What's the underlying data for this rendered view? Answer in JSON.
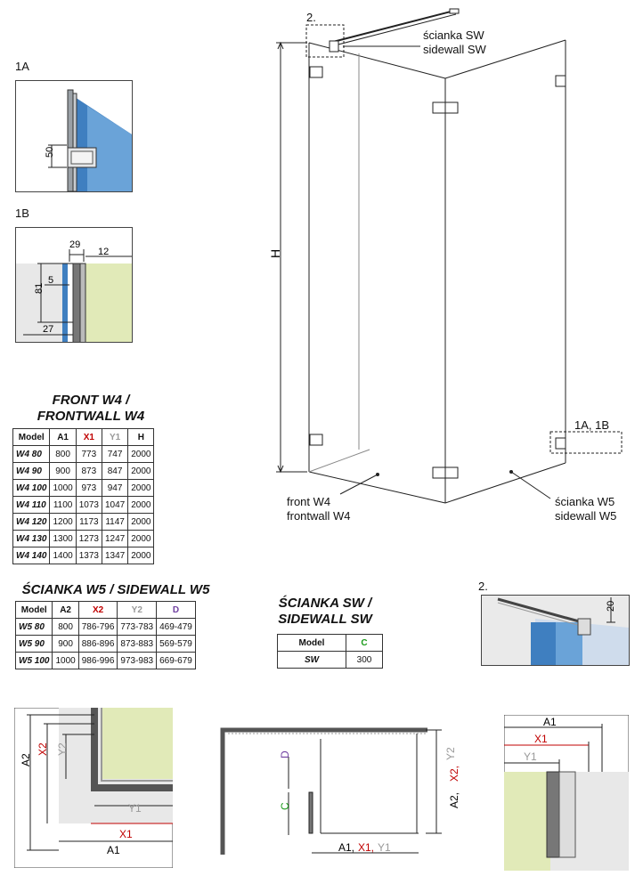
{
  "labels": {
    "detail_1a": "1A",
    "detail_1b": "1B",
    "detail_2_top": "2.",
    "detail_2": "2.",
    "detail_1a1b": "1A, 1B",
    "sidewall_sw_pl": "ścianka SW",
    "sidewall_sw_en": "sidewall SW",
    "front_pl": "front W4",
    "front_en": "frontwall W4",
    "sidewall_w5_pl": "ścianka W5",
    "sidewall_w5_en": "sidewall W5",
    "height": "H"
  },
  "dims_1a": {
    "v50": "50"
  },
  "dims_1b": {
    "v29": "29",
    "v12": "12",
    "v5": "5",
    "v81": "81",
    "v27": "27"
  },
  "dims_2": {
    "v20": "20"
  },
  "plan_left": {
    "a2": "A2",
    "x2": "X2",
    "y2": "Y2",
    "y1": "Y1",
    "x1": "X1",
    "a1": "A1"
  },
  "plan_mid": {
    "d": "D",
    "c": "C",
    "right_a2": "A2,",
    "right_x2": "X2,",
    "right_y2": "Y2",
    "bottom_a1": "A1,",
    "bottom_x1": "X1,",
    "bottom_y1": "Y1"
  },
  "plan_right": {
    "a1": "A1",
    "x1": "X1",
    "y1": "Y1"
  },
  "front_table": {
    "title_line1": "FRONT W4 /",
    "title_line2": "FRONTWALL W4",
    "headers": [
      "Model",
      "A1",
      "X1",
      "Y1",
      "H"
    ],
    "rows": [
      [
        "W4 80",
        "800",
        "773",
        "747",
        "2000"
      ],
      [
        "W4 90",
        "900",
        "873",
        "847",
        "2000"
      ],
      [
        "W4 100",
        "1000",
        "973",
        "947",
        "2000"
      ],
      [
        "W4 110",
        "1100",
        "1073",
        "1047",
        "2000"
      ],
      [
        "W4 120",
        "1200",
        "1173",
        "1147",
        "2000"
      ],
      [
        "W4 130",
        "1300",
        "1273",
        "1247",
        "2000"
      ],
      [
        "W4 140",
        "1400",
        "1373",
        "1347",
        "2000"
      ]
    ]
  },
  "w5_table": {
    "title": "ŚCIANKA W5 / SIDEWALL W5",
    "headers": [
      "Model",
      "A2",
      "X2",
      "Y2",
      "D"
    ],
    "rows": [
      [
        "W5 80",
        "800",
        "786-796",
        "773-783",
        "469-479"
      ],
      [
        "W5 90",
        "900",
        "886-896",
        "873-883",
        "569-579"
      ],
      [
        "W5 100",
        "1000",
        "986-996",
        "973-983",
        "669-679"
      ]
    ]
  },
  "sw_table": {
    "title_line1": "ŚCIANKA SW /",
    "title_line2": "SIDEWALL SW",
    "headers": [
      "Model",
      "C"
    ],
    "rows": [
      [
        "SW",
        "300"
      ]
    ]
  },
  "colors": {
    "glass_blue": "#3f7fc0",
    "wall_green": "#e1eab8",
    "floor_gray": "#d8d8d8",
    "x1_red": "#c00000",
    "y_gray": "#999999",
    "d_purple": "#7040a0",
    "c_green": "#1a9a1a"
  }
}
